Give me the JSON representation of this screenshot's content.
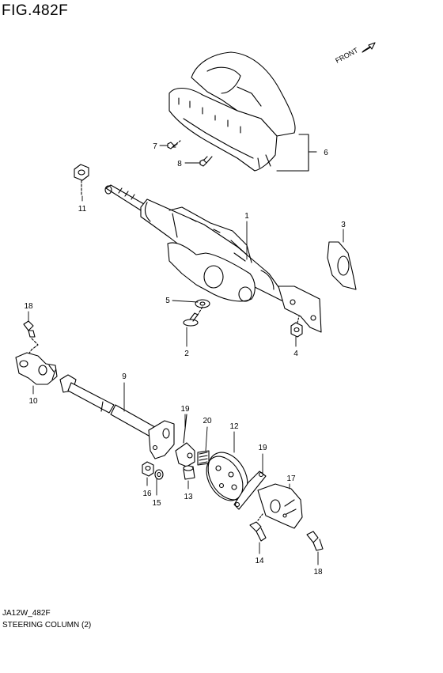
{
  "figure": {
    "title": "FIG.482F",
    "code": "JA12W_482F",
    "caption": "STEERING COLUMN (2)",
    "direction_label": "FRONT"
  },
  "callouts": [
    {
      "id": "1",
      "part": "steering column"
    },
    {
      "id": "2",
      "part": "bolt"
    },
    {
      "id": "3",
      "part": "plate"
    },
    {
      "id": "4",
      "part": "nut"
    },
    {
      "id": "5",
      "part": "washer"
    },
    {
      "id": "6",
      "part": "column cover"
    },
    {
      "id": "7",
      "part": "screw"
    },
    {
      "id": "8",
      "part": "screw"
    },
    {
      "id": "9",
      "part": "intermediate shaft"
    },
    {
      "id": "10",
      "part": "universal joint"
    },
    {
      "id": "11",
      "part": "nut"
    },
    {
      "id": "12",
      "part": "disc"
    },
    {
      "id": "13",
      "part": "bushing"
    },
    {
      "id": "14",
      "part": "bolt"
    },
    {
      "id": "15",
      "part": "washer"
    },
    {
      "id": "16",
      "part": "nut"
    },
    {
      "id": "17",
      "part": "joint"
    },
    {
      "id": "18",
      "part": "bolt"
    },
    {
      "id": "18b",
      "label": "18",
      "part": "bolt"
    },
    {
      "id": "19",
      "part": "plate"
    },
    {
      "id": "19b",
      "label": "19",
      "part": "plate"
    },
    {
      "id": "20",
      "part": "spring"
    }
  ]
}
